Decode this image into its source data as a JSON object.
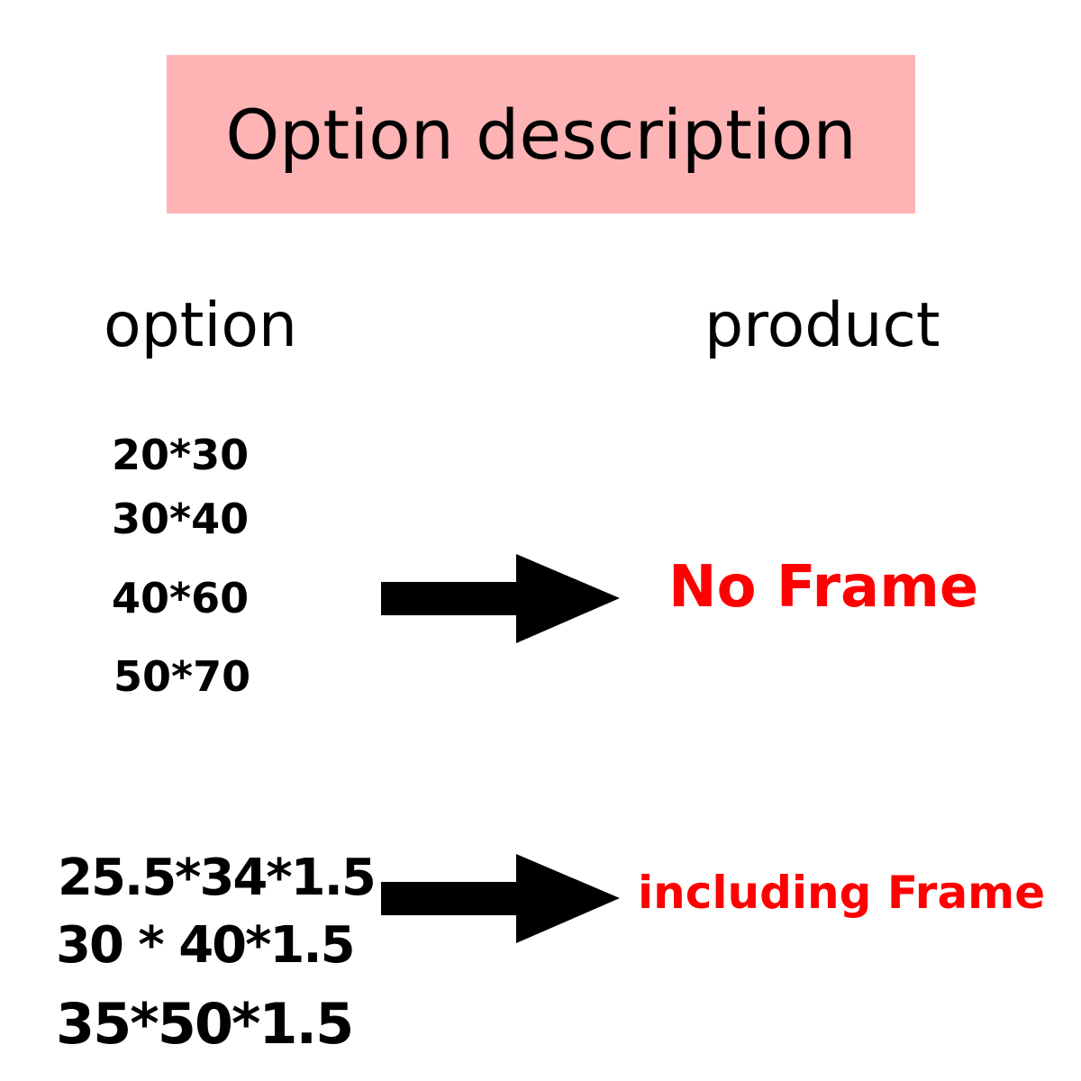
{
  "title": "Option description",
  "headers": {
    "option": "option",
    "product": "product"
  },
  "group1": {
    "options": [
      "20*30",
      "30*40",
      "40*60",
      "50*70"
    ],
    "result": "No Frame"
  },
  "group2": {
    "options": [
      "25.5*34*1.5",
      "30 * 40*1.5",
      "35*50*1.5"
    ],
    "result": "including Frame"
  },
  "colors": {
    "banner": "#feb3b4",
    "result": "#ff0000"
  }
}
